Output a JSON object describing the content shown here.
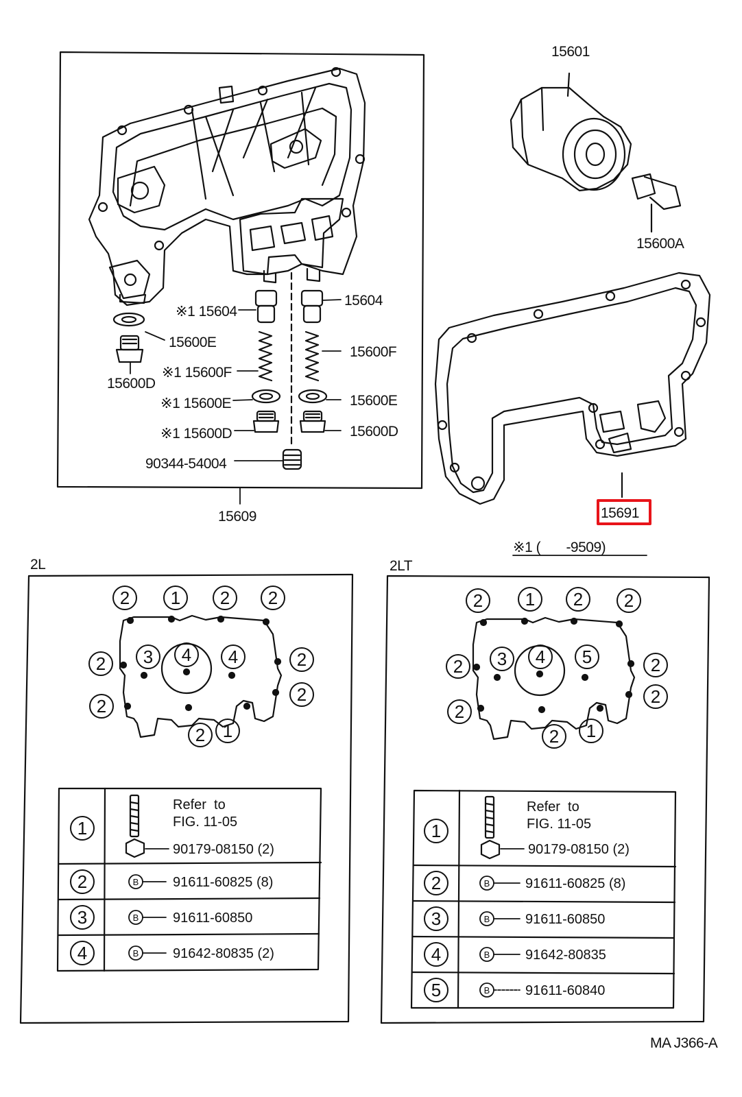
{
  "top_diagram": {
    "labels": {
      "filter": "15601",
      "union_bolt": "15600A",
      "relief_valve_left": "※1 15604",
      "relief_valve_right": "15604",
      "plug_gasket_left_outer": "15600E",
      "plug_left_outer": "15600D",
      "spring_left": "※1 15600F",
      "spring_right": "15600F",
      "gasket_left": "※1 15600E",
      "gasket_right": "15600E",
      "plug_left": "※1 15600D",
      "plug_right": "15600D",
      "small_plug": "90344-54004",
      "bracket_assy": "15609",
      "gasket_part": "15691"
    },
    "note": "※1 (       -9509)",
    "highlight_color": "#e8141a"
  },
  "panels": [
    {
      "title": "2L",
      "bolt_markers": [
        "2",
        "1",
        "2",
        "2",
        "2",
        "3",
        "4",
        "4",
        "2",
        "2",
        "2",
        "2",
        "1"
      ],
      "rows": [
        {
          "num": "1",
          "ref_text": "Refer  to",
          "ref_fig": "FIG. 11-05",
          "part": "90179-08150 (2)"
        },
        {
          "num": "2",
          "part": "91611-60825 (8)"
        },
        {
          "num": "3",
          "part": "91611-60850"
        },
        {
          "num": "4",
          "part": "91642-80835 (2)"
        }
      ]
    },
    {
      "title": "2LT",
      "bolt_markers": [
        "2",
        "1",
        "2",
        "2",
        "2",
        "3",
        "4",
        "5",
        "2",
        "2",
        "2",
        "2",
        "1"
      ],
      "rows": [
        {
          "num": "1",
          "ref_text": "Refer  to",
          "ref_fig": "FIG. 11-05",
          "part": "90179-08150 (2)"
        },
        {
          "num": "2",
          "part": "91611-60825 (8)"
        },
        {
          "num": "3",
          "part": "91611-60850"
        },
        {
          "num": "4",
          "part": "91642-80835"
        },
        {
          "num": "5",
          "part": "91611-60840"
        }
      ]
    }
  ],
  "footer_code": "MA J366-A"
}
